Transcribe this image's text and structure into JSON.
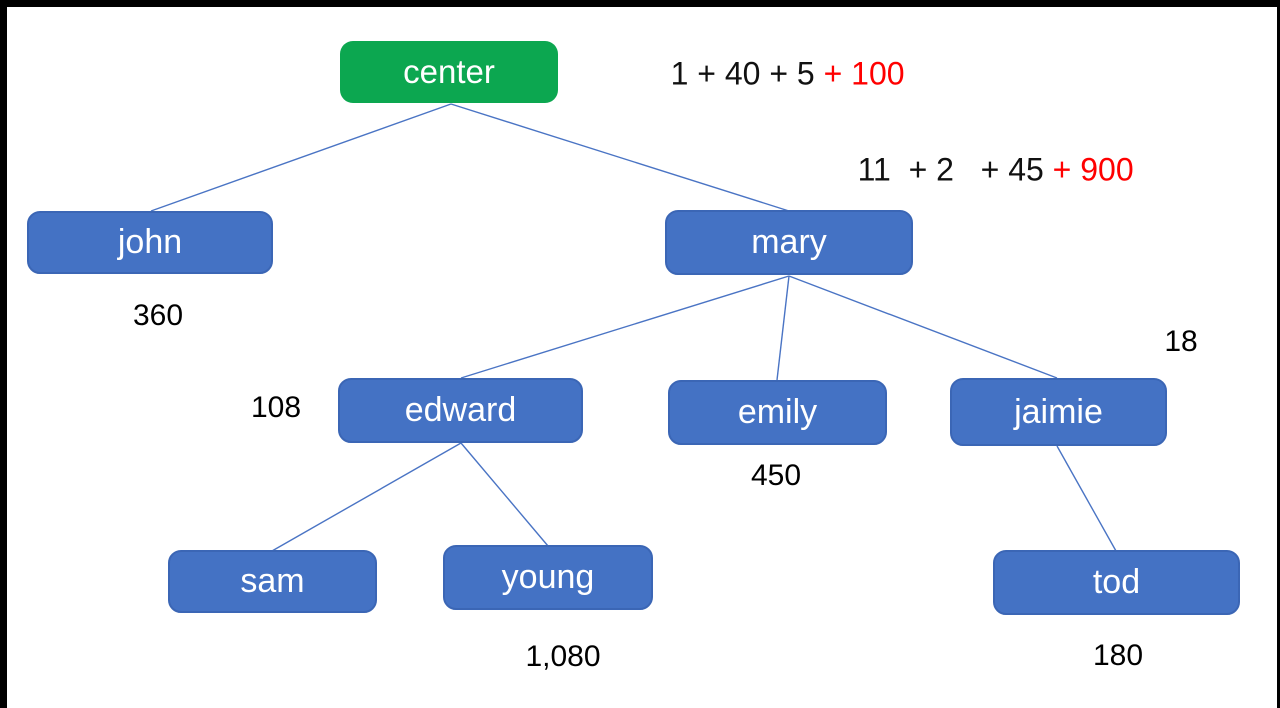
{
  "slide": {
    "background": "#ffffff",
    "frame_color": "#000000"
  },
  "colors": {
    "slide_bg": "#ffffff",
    "root_fill": "#0ca750",
    "node_fill": "#4472c4",
    "node_border": "#3b66b5",
    "edge_line": "#4a74c4",
    "node_text": "#ffffff",
    "value_text": "#000000",
    "sum_black": "#111111",
    "sum_red": "#ff0000"
  },
  "tree": {
    "nodes": {
      "center": {
        "label": "center"
      },
      "john": {
        "label": "john",
        "value": "360"
      },
      "mary": {
        "label": "mary"
      },
      "edward": {
        "label": "edward",
        "value": "108"
      },
      "emily": {
        "label": "emily",
        "value": "450"
      },
      "jaimie": {
        "label": "jaimie",
        "value": "18"
      },
      "sam": {
        "label": "sam"
      },
      "young": {
        "label": "young",
        "value": "1,080"
      },
      "tod": {
        "label": "tod",
        "value": "180"
      }
    },
    "edges": [
      {
        "from": "center",
        "to": "john"
      },
      {
        "from": "center",
        "to": "mary"
      },
      {
        "from": "mary",
        "to": "edward"
      },
      {
        "from": "mary",
        "to": "emily"
      },
      {
        "from": "mary",
        "to": "jaimie"
      },
      {
        "from": "edward",
        "to": "sam"
      },
      {
        "from": "edward",
        "to": "young"
      },
      {
        "from": "jaimie",
        "to": "tod"
      }
    ]
  },
  "annotations": {
    "center_sum": {
      "black": "1 + 40 + 5 ",
      "red": "+ 100"
    },
    "mary_sum": {
      "black": "11  + 2   + 45 ",
      "red": "+ 900"
    }
  }
}
